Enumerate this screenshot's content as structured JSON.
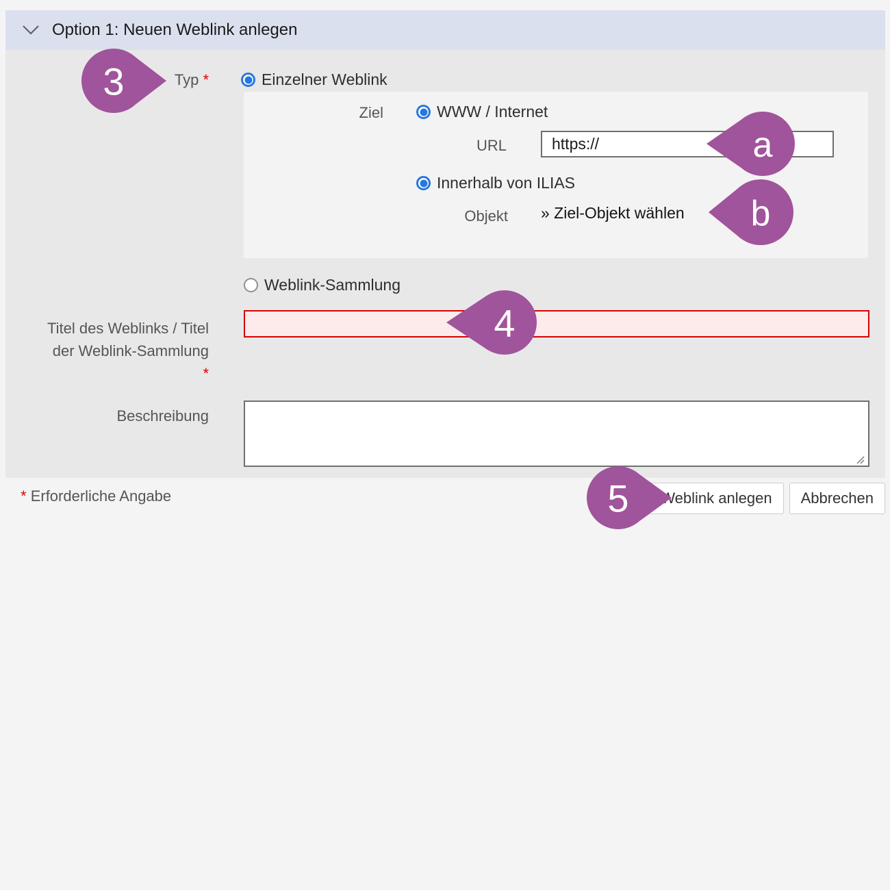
{
  "panel": {
    "title": "Option 1: Neuen Weblink anlegen",
    "chevron_icon": "chevron-down"
  },
  "form": {
    "typ": {
      "label": "Typ",
      "required_mark": "*",
      "option_single": {
        "label": "Einzelner Weblink",
        "selected": true
      },
      "option_collection": {
        "label": "Weblink-Sammlung",
        "selected": false
      }
    },
    "ziel": {
      "label": "Ziel",
      "option_www": {
        "label": "WWW / Internet",
        "selected": true
      },
      "url": {
        "label": "URL",
        "value": "https://"
      },
      "option_ilias": {
        "label": "Innerhalb von ILIAS",
        "selected": true
      },
      "objekt": {
        "label": "Objekt",
        "link_label": "» Ziel-Objekt wählen"
      }
    },
    "titel": {
      "label_line1": "Titel des Weblinks / Titel",
      "label_line2": "der Weblink-Sammlung",
      "required_mark": "*",
      "value": ""
    },
    "beschreibung": {
      "label": "Beschreibung",
      "value": ""
    }
  },
  "footer": {
    "required_mark": "*",
    "required_note": "Erforderliche Angabe",
    "submit_label": "Weblink anlegen",
    "cancel_label": "Abbrechen"
  },
  "callouts": {
    "step3": "3",
    "step_a": "a",
    "step_b": "b",
    "step4": "4",
    "step5": "5"
  },
  "colors": {
    "header_bg": "#dbe0ef",
    "body_bg": "#e8e8e9",
    "subpanel_bg": "#f3f3f3",
    "radio_blue": "#2778dd",
    "error_red": "#d40000",
    "error_bg": "#fdeaea",
    "callout_purple": "#a0549b"
  }
}
